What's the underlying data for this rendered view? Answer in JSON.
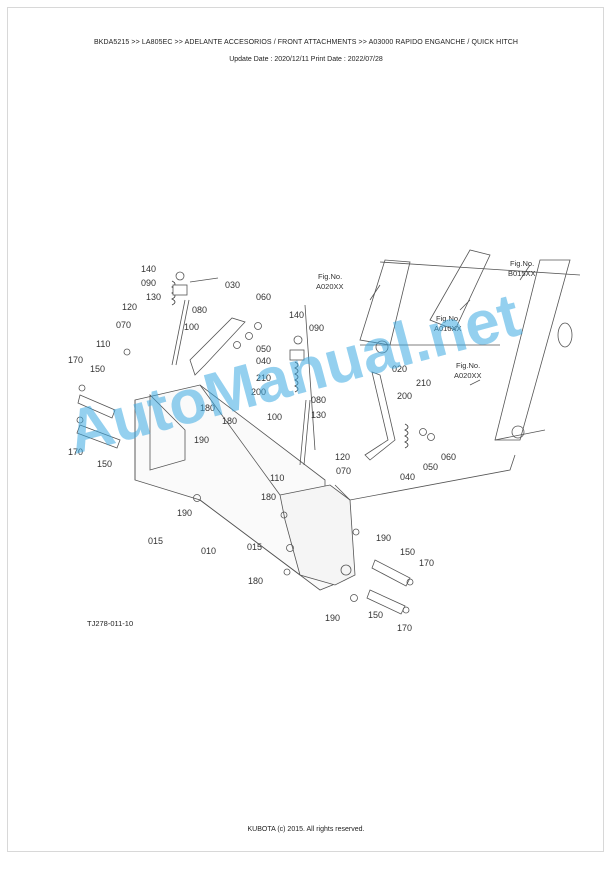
{
  "header": {
    "path": "BKDA5215 >> LA805EC >> ADELANTE ACCESORIOS / FRONT ATTACHMENTS >> A03000   RAPIDO ENGANCHE / QUICK HITCH",
    "dates": "Update Date : 2020/12/11   Print Date : 2022/07/28"
  },
  "figure_refs": [
    {
      "label": "Fig.No.",
      "code": "A020XX"
    },
    {
      "label": "Fig.No.",
      "code": "B015XX"
    },
    {
      "label": "Fig.No.",
      "code": "A010XX"
    },
    {
      "label": "Fig.No.",
      "code": "A020XX"
    }
  ],
  "part_labels": [
    "140",
    "090",
    "030",
    "060",
    "120",
    "130",
    "080",
    "070",
    "100",
    "050",
    "110",
    "040",
    "170",
    "150",
    "210",
    "200",
    "180",
    "180",
    "190",
    "170",
    "150",
    "140",
    "090",
    "080",
    "100",
    "130",
    "120",
    "070",
    "110",
    "020",
    "210",
    "200",
    "050",
    "060",
    "040",
    "180",
    "190",
    "015",
    "010",
    "015",
    "190",
    "150",
    "170",
    "180",
    "190",
    "150",
    "170"
  ],
  "drawing_id": "TJ278-011-10",
  "watermark": "AutoManual.net",
  "footer": "KUBOTA (c) 2015. All rights reserved."
}
